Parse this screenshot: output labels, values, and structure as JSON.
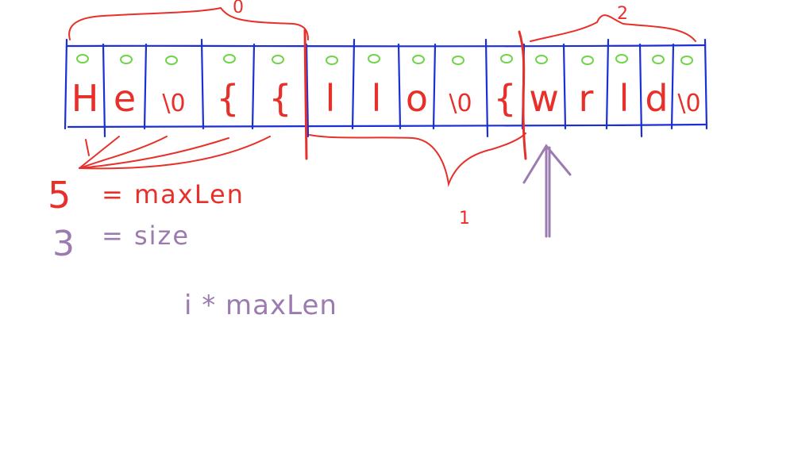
{
  "colors": {
    "grid": "#1a2fd6",
    "red": "#e8302a",
    "green": "#6fd44a",
    "purple": "#9b7bb0"
  },
  "cells": [
    "H",
    "e",
    "\\0",
    "{",
    "{",
    "l",
    "l",
    "o",
    "\\0",
    "{",
    "w",
    "r",
    "l",
    "d",
    "\\0"
  ],
  "group_labels": [
    "0",
    "1",
    "2"
  ],
  "notes": {
    "max_len_value": "5",
    "max_len_text": "= maxLen",
    "size_value": "3",
    "size_text": "= size",
    "formula": "i * maxLen"
  },
  "icons": {
    "pointer": "arrow-up-icon"
  }
}
